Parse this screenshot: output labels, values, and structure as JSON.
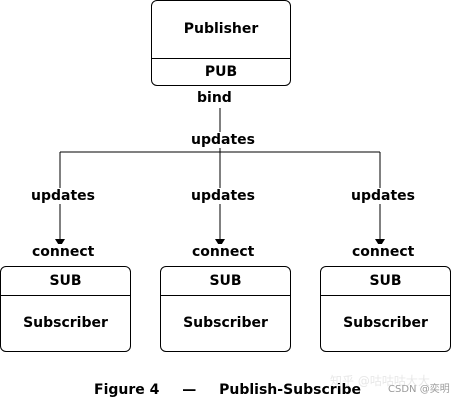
{
  "publisher": {
    "title": "Publisher",
    "socket": "PUB",
    "action": "bind"
  },
  "flow": {
    "trunk_label": "updates",
    "branch_label": "updates",
    "connect_label": "connect"
  },
  "subscribers": [
    {
      "socket": "SUB",
      "title": "Subscriber"
    },
    {
      "socket": "SUB",
      "title": "Subscriber"
    },
    {
      "socket": "SUB",
      "title": "Subscriber"
    }
  ],
  "caption": {
    "figure": "Figure 4",
    "dash": "—",
    "text": "Publish-Subscribe"
  },
  "watermark": {
    "main": "知乎 @咕咕咕大大",
    "csdn": "CSDN @奕明"
  }
}
